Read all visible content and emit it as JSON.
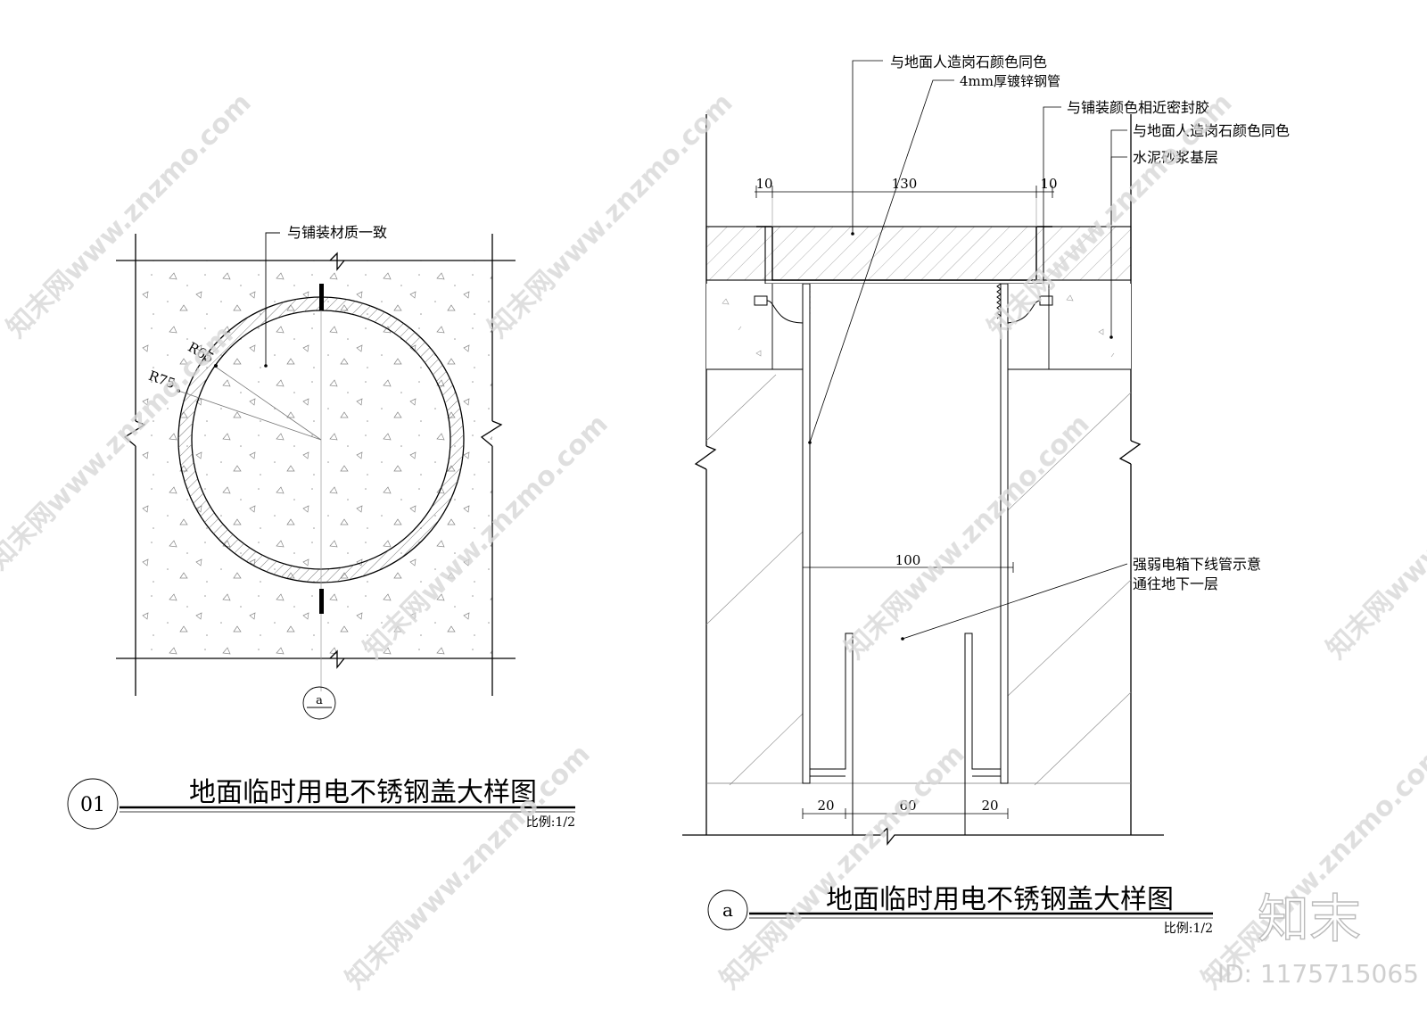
{
  "left_view": {
    "callout": "与铺装材质一致",
    "r_outer": "R75",
    "r_inner": "R65",
    "section_mark": "a",
    "badge": "01",
    "title": "地面临时用电不锈钢盖大样图",
    "scale": "比例:1/2"
  },
  "right_view": {
    "callouts": [
      "与地面人造岗石颜色同色",
      "4mm厚镀锌钢管",
      "与铺装颜色相近密封胶",
      "与地面人造岗石颜色同色",
      "水泥砂浆基层"
    ],
    "dims_top": [
      "10",
      "130",
      "10"
    ],
    "dim_mid": "100",
    "dims_bottom": [
      "20",
      "60",
      "20"
    ],
    "pipe_note_1": "强弱电箱下线管示意",
    "pipe_note_2": "通往地下一层",
    "badge": "a",
    "title": "地面临时用电不锈钢盖大样图",
    "scale": "比例:1/2"
  },
  "watermark": {
    "text": "知末网www.znzmo.com",
    "logo": "知末",
    "id": "ID: 1175715065"
  }
}
